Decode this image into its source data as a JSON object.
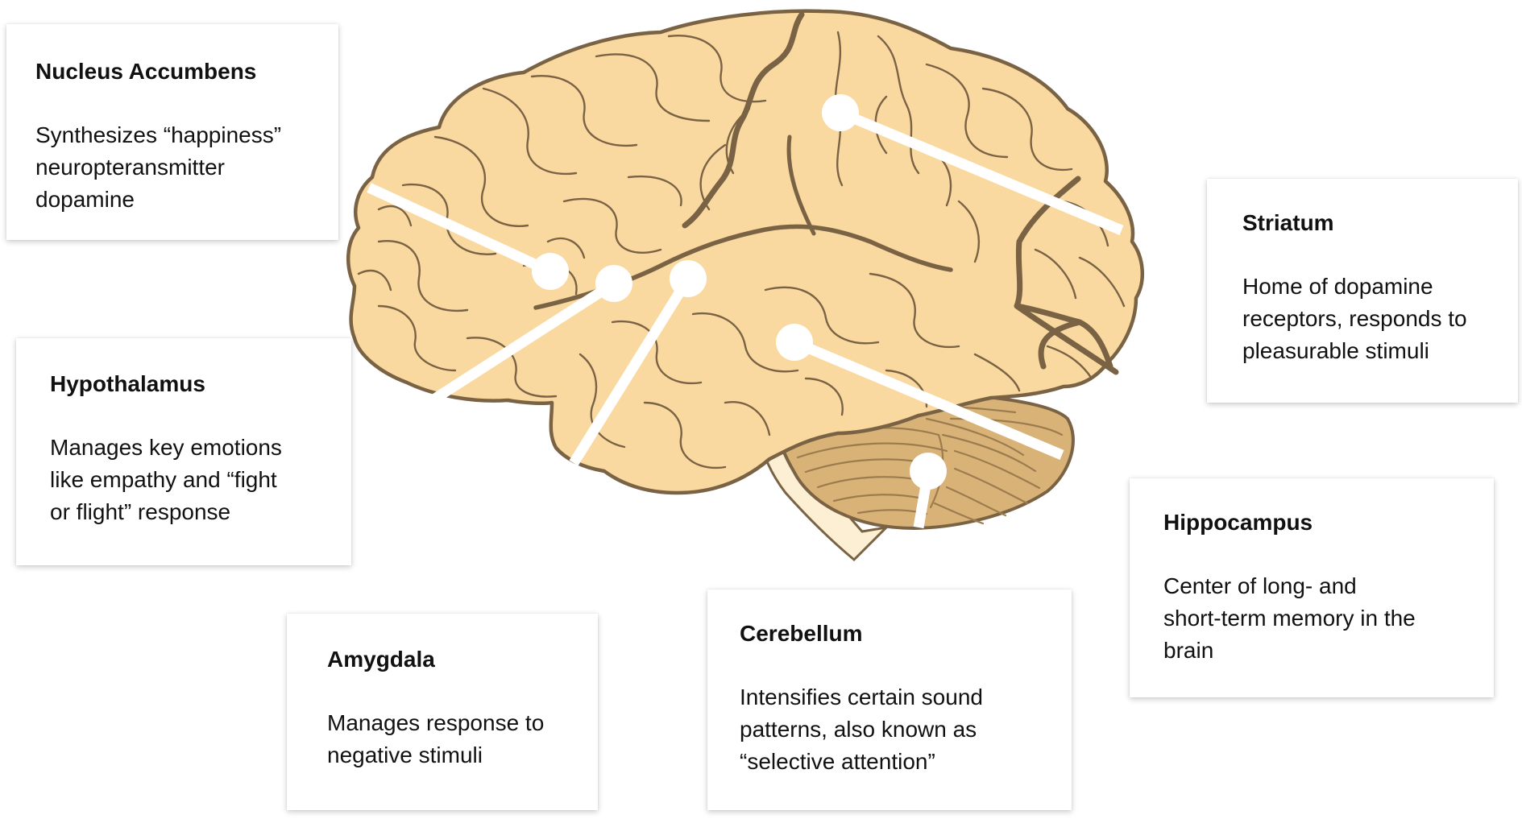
{
  "colors": {
    "brain_fill": "#fad9a0",
    "brain_outline": "#7a6344",
    "cerebellum_fill": "#d9b277",
    "cerebellum_lines": "#9c7c4e",
    "brainstem_fill": "#fcefd4",
    "pointer": "#ffffff",
    "card_background": "#ffffff",
    "text": "#111111"
  },
  "regions": [
    {
      "id": "nucleus-accumbens",
      "title": "Nucleus Accumbens",
      "description": [
        "Synthesizes “happiness”",
        "neuropteransmitter",
        "dopamine"
      ]
    },
    {
      "id": "hypothalamus",
      "title": "Hypothalamus",
      "description": [
        "Manages key emotions",
        "like empathy and “fight",
        "or flight” response"
      ]
    },
    {
      "id": "amygdala",
      "title": "Amygdala",
      "description": [
        "Manages response to",
        "negative stimuli"
      ]
    },
    {
      "id": "cerebellum",
      "title": "Cerebellum",
      "description": [
        "Intensifies certain sound",
        "patterns, also known as",
        "“selective attention”"
      ]
    },
    {
      "id": "hippocampus",
      "title": "Hippocampus",
      "description": [
        "Center of long- and",
        "short-term memory in the",
        "brain"
      ]
    },
    {
      "id": "striatum",
      "title": "Striatum",
      "description": [
        "Home of dopamine",
        "receptors, responds to",
        "pleasurable stimuli"
      ]
    }
  ]
}
